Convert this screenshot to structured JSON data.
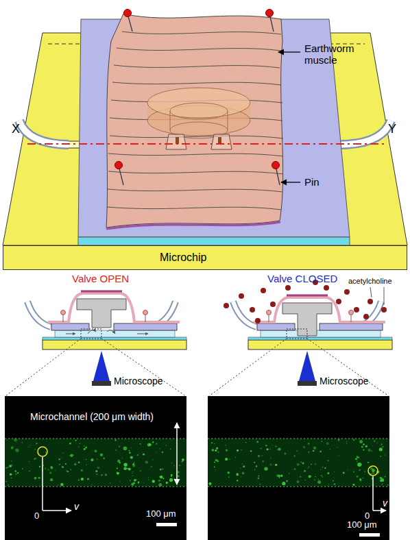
{
  "diagram": {
    "nodes": [
      {
        "text": [
          "Microchip"
        ]
      }
    ],
    "labels": [
      "Earthworm muscle",
      "X",
      "Y",
      "Pin",
      "Valve OPEN",
      "Valve CLOSED",
      "acetylcholine",
      "Microscope",
      "Microscope",
      "Microchannel (200 μm width)",
      "0",
      "v",
      "100 μm",
      "0",
      "v",
      "100 μm"
    ]
  }
}
